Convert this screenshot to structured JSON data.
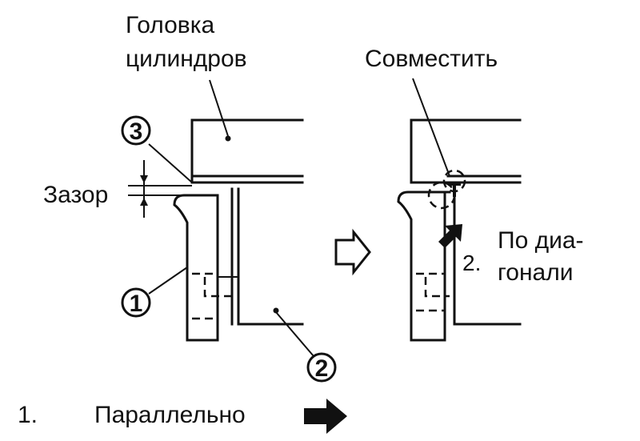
{
  "labels": {
    "cylinder_head": [
      "Головка",
      "цилиндров"
    ],
    "align": "Совместить",
    "gap": "Зазор",
    "diagonal_number": "2.",
    "diagonal": [
      "По диа-",
      "гонали"
    ],
    "parallel_number": "1.",
    "parallel": "Параллельно"
  },
  "callouts": [
    "3",
    "1",
    "2"
  ],
  "icons": [
    "right-outline-arrow-icon",
    "right-filled-arrow-icon",
    "diagonal-arrow-icon"
  ]
}
